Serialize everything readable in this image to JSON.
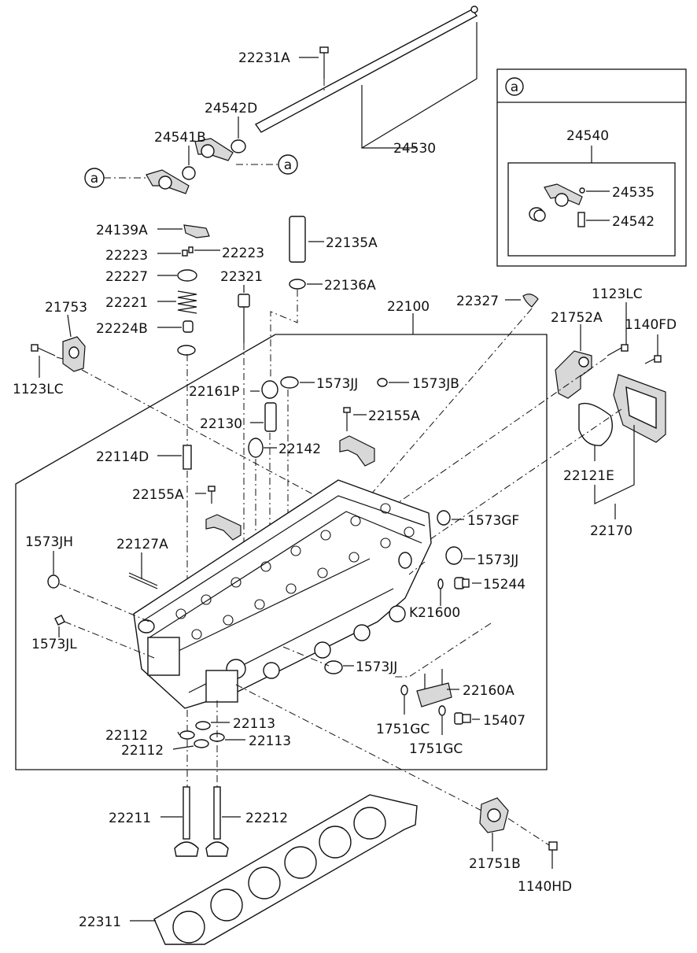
{
  "callout": "a",
  "labels": {
    "p22231A": "22231A",
    "p24542D": "24542D",
    "p24541B": "24541B",
    "p24530": "24530",
    "p24540": "24540",
    "p24535": "24535",
    "p24542": "24542",
    "p24139A": "24139A",
    "p22223a": "22223",
    "p22223b": "22223",
    "p22135A": "22135A",
    "p22227": "22227",
    "p22321": "22321",
    "p22136A": "22136A",
    "p22221": "22221",
    "p21753": "21753",
    "p22327": "22327",
    "p22224B": "22224B",
    "p22100": "22100",
    "p21752A": "21752A",
    "p1123LCr": "1123LC",
    "p1140FD": "1140FD",
    "p1123LCl": "1123LC",
    "p22161P": "22161P",
    "p1573JJa": "1573JJ",
    "p1573JB": "1573JB",
    "p22155Aa": "22155A",
    "p22130": "22130",
    "p22142": "22142",
    "p22114D": "22114D",
    "p22121E": "22121E",
    "p22155Ab": "22155A",
    "p1573GF": "1573GF",
    "p22170": "22170",
    "p1573JH": "1573JH",
    "p22127A": "22127A",
    "p1573JJb": "1573JJ",
    "p15244": "15244",
    "pK21600": "K21600",
    "p1573JL": "1573JL",
    "p1573JJc": "1573JJ",
    "p22160A": "22160A",
    "p22112a": "22112",
    "p22113a": "22113",
    "p1751GCa": "1751GC",
    "p15407": "15407",
    "p22112b": "22112",
    "p22113b": "22113",
    "p1751GCb": "1751GC",
    "p22211": "22211",
    "p22212": "22212",
    "p21751B": "21751B",
    "p1140HD": "1140HD",
    "p22311": "22311"
  }
}
